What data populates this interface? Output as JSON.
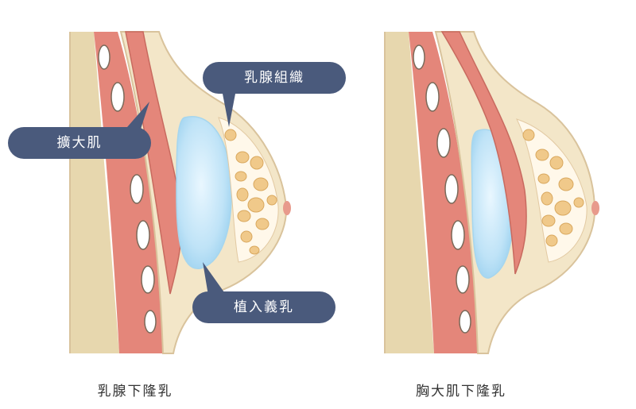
{
  "labels": {
    "mammary_tissue": "乳腺組織",
    "pectoralis": "擴大肌",
    "implant": "植入義乳"
  },
  "captions": {
    "left": "乳腺下隆乳",
    "right": "胸大肌下隆乳"
  },
  "colors": {
    "callout": "#4a5a7c",
    "skin": "#f3e6c8",
    "skin_outline": "#d9c39c",
    "muscle": "#e4867a",
    "muscle_dark": "#c86a5f",
    "chest": "#e7d7ae",
    "implant": "#bfe3f7",
    "fat": "#f0c98a",
    "rib": "#ffffff"
  }
}
